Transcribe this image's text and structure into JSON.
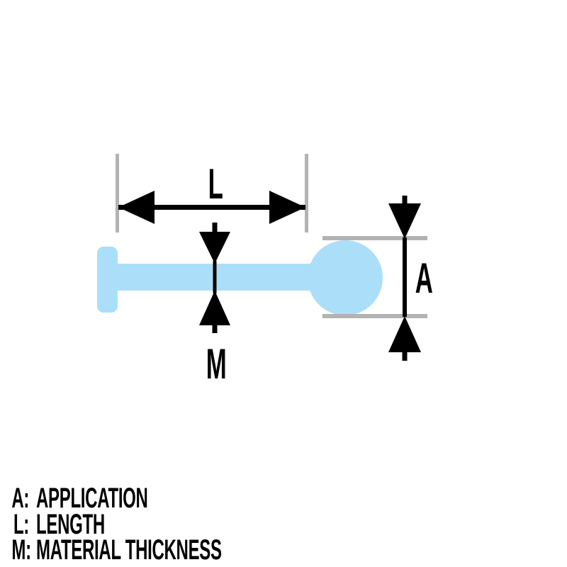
{
  "colors": {
    "background": "#FFFFFF",
    "jewelry_fill": "#ABDFF9",
    "guide_line": "#B3B3B3",
    "dimension_ink": "#000000"
  },
  "diagram": {
    "labels": {
      "length": "L",
      "material_thickness": "M",
      "application": "A"
    }
  },
  "legend": {
    "items": [
      {
        "key": "A:",
        "label": "APPLICATION"
      },
      {
        "key": "L:",
        "label": "LENGTH"
      },
      {
        "key": "M:",
        "label": "MATERIAL THICKNESS"
      }
    ]
  }
}
